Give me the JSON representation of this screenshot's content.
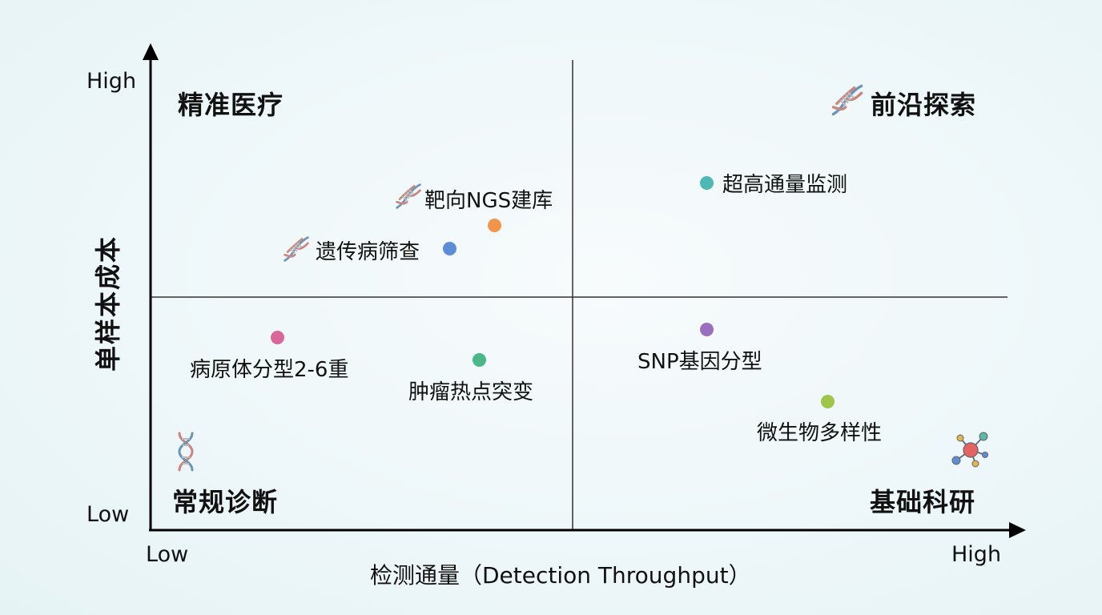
{
  "chart_data": {
    "type": "scatter",
    "title": "",
    "xlabel": "检测通量（Detection Throughput）",
    "ylabel": "单样本成本",
    "x_ticks": [
      "Low",
      "High"
    ],
    "y_ticks": [
      "Low",
      "High"
    ],
    "xlim": [
      0,
      10
    ],
    "ylim": [
      0,
      10
    ],
    "grid": false,
    "quadrant_dividers": {
      "x": 5,
      "y": 5
    },
    "quadrants": [
      {
        "position": "top-left",
        "label": "精准医疗"
      },
      {
        "position": "top-right",
        "label": "前沿探索"
      },
      {
        "position": "bottom-left",
        "label": "常规诊断"
      },
      {
        "position": "bottom-right",
        "label": "基础科研"
      }
    ],
    "points": [
      {
        "label": "超高通量监测",
        "x": 6.6,
        "y": 7.6,
        "color": "#4db8b4"
      },
      {
        "label": "靶向NGS建库",
        "x": 4.1,
        "y": 6.6,
        "color": "#f0954a"
      },
      {
        "label": "遗传病筛查",
        "x": 3.6,
        "y": 6.0,
        "color": "#5b8ed6"
      },
      {
        "label": "病原体分型2-6重",
        "x": 1.5,
        "y": 4.1,
        "color": "#d9679a"
      },
      {
        "label": "肿瘤热点突变",
        "x": 3.9,
        "y": 3.6,
        "color": "#48b889"
      },
      {
        "label": "SNP基因分型",
        "x": 6.6,
        "y": 4.3,
        "color": "#9b6fc0"
      },
      {
        "label": "微生物多样性",
        "x": 8.0,
        "y": 2.7,
        "color": "#9dc64a"
      }
    ]
  },
  "axes": {
    "y_high": "High",
    "y_low": "Low",
    "x_low": "Low",
    "x_high": "High",
    "y_title": "单样本成本",
    "x_title": "检测通量（Detection Throughput）"
  },
  "quadrants": {
    "top_left": "精准医疗",
    "top_right": "前沿探索",
    "bottom_left": "常规诊断",
    "bottom_right": "基础科研"
  },
  "points": [
    {
      "label": "超高通量监测",
      "color": "#4db8b4"
    },
    {
      "label": "靶向NGS建库",
      "color": "#f0954a"
    },
    {
      "label": "遗传病筛查",
      "color": "#5b8ed6"
    },
    {
      "label": "病原体分型2-6重",
      "color": "#d9679a"
    },
    {
      "label": "肿瘤热点突变",
      "color": "#48b889"
    },
    {
      "label": "SNP基因分型",
      "color": "#9b6fc0"
    },
    {
      "label": "微生物多样性",
      "color": "#9dc64a"
    }
  ],
  "icons": {
    "dna": "dna-helix-icon",
    "molecule": "molecule-network-icon"
  }
}
